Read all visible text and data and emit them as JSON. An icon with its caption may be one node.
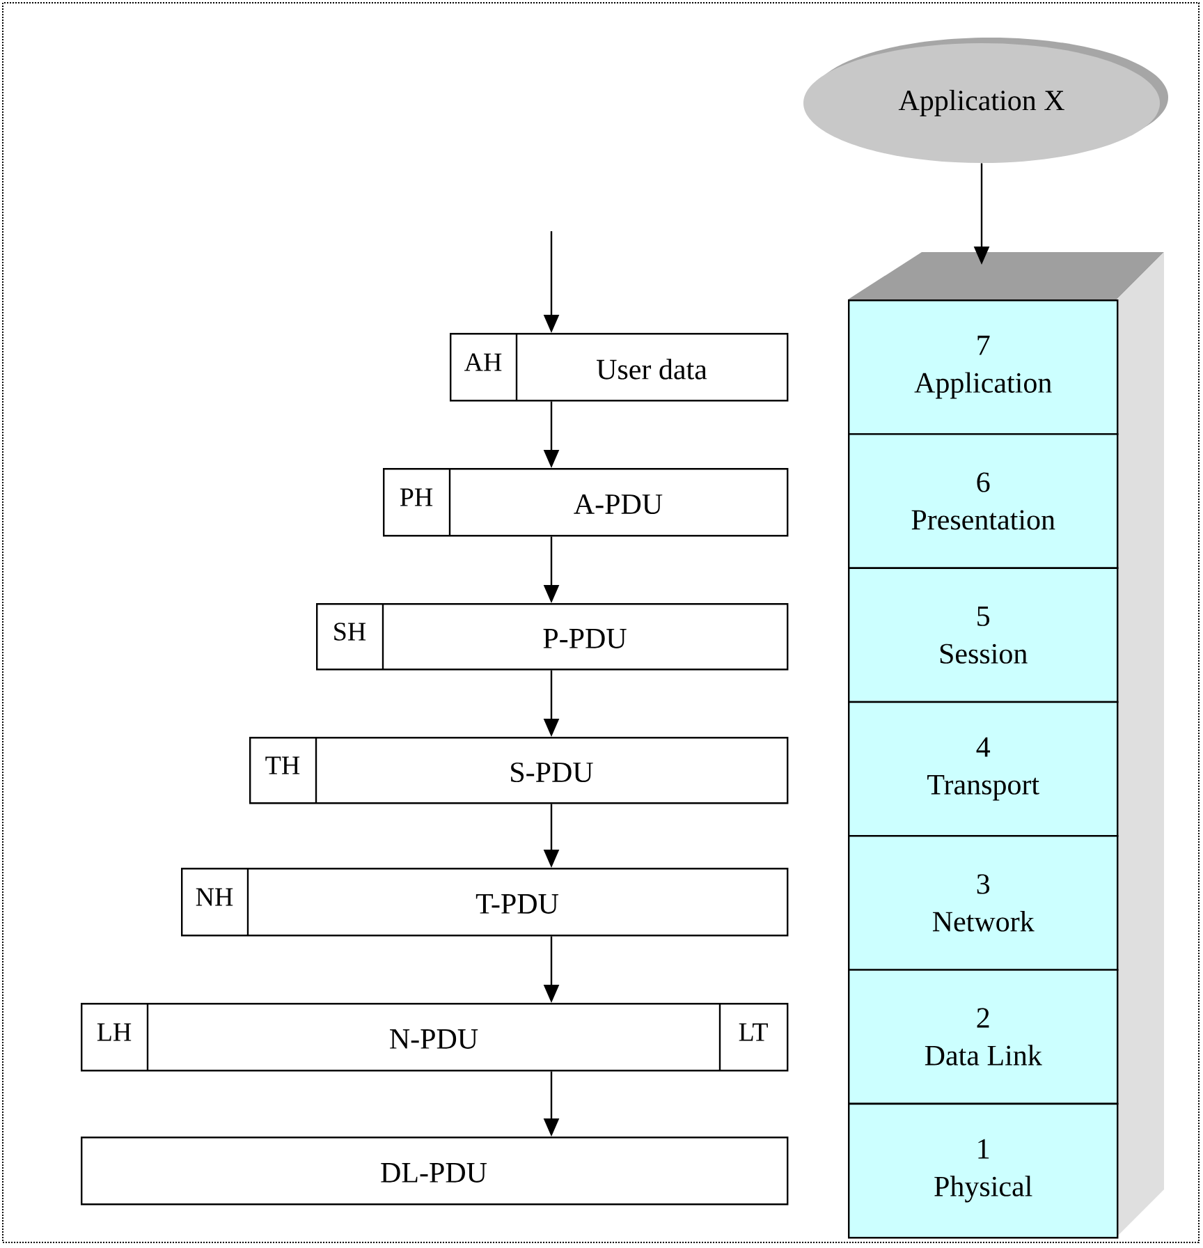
{
  "diagram": {
    "nodes": [
      {
        "text": [
          "Application X"
        ]
      },
      {
        "text": [],
        "shape": "box"
      },
      {
        "text": [
          "7",
          "Application"
        ],
        "in": 1
      },
      {
        "text": [
          "6",
          "Presentation"
        ],
        "in": 1
      },
      {
        "text": [
          "5",
          "Session"
        ],
        "in": 1
      },
      {
        "text": [
          "4",
          "Transport"
        ],
        "in": 1
      },
      {
        "text": [
          "3",
          "Network"
        ],
        "in": 1
      },
      {
        "text": [
          "2",
          "Data Link"
        ],
        "in": 1
      },
      {
        "text": [
          "1",
          "Physical"
        ],
        "in": 1
      },
      {
        "text": [
          "AH",
          "User data"
        ]
      },
      {
        "text": [
          "PH",
          "A-PDU"
        ]
      },
      {
        "text": [
          "SH",
          "P-PDU"
        ]
      },
      {
        "text": [
          "TH",
          "S-PDU"
        ]
      },
      {
        "text": [
          "NH",
          "T-PDU"
        ]
      },
      {
        "text": [
          "LH",
          "N-PDU",
          "LT"
        ]
      },
      {
        "text": [
          "DL-PDU"
        ]
      }
    ],
    "edges": [
      {
        "from": 0,
        "to": 1,
        "arrow": "to"
      },
      {
        "from": null,
        "to": 9,
        "arrow": "to"
      },
      {
        "from": 9,
        "to": 10,
        "arrow": "to"
      },
      {
        "from": 10,
        "to": 11,
        "arrow": "to"
      },
      {
        "from": 11,
        "to": 12,
        "arrow": "to"
      },
      {
        "from": 12,
        "to": 13,
        "arrow": "to"
      },
      {
        "from": 13,
        "to": 14,
        "arrow": "to"
      },
      {
        "from": 14,
        "to": 15,
        "arrow": "to"
      }
    ]
  }
}
